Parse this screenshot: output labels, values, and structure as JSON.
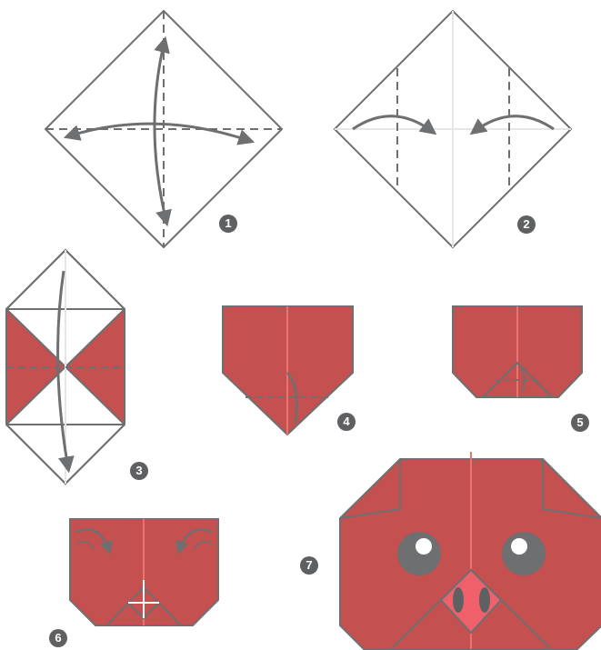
{
  "colors": {
    "paper_red": "#c4504f",
    "crease_red": "#e8736f",
    "outline_gray": "#6e6f71",
    "eye_gray": "#5f6062",
    "beak_pink": "#f0606a",
    "badge": "#5f6062"
  },
  "steps": [
    {
      "number": "1",
      "icon": "square-diagonal-creases-diagram"
    },
    {
      "number": "2",
      "icon": "fold-sides-to-center-diagram"
    },
    {
      "number": "3",
      "icon": "fold-top-down-diagram"
    },
    {
      "number": "4",
      "icon": "fold-tip-up-diagram"
    },
    {
      "number": "5",
      "icon": "folded-base-diagram"
    },
    {
      "number": "6",
      "icon": "fold-top-corners-diagram"
    },
    {
      "number": "7",
      "icon": "finished-owl-face"
    }
  ]
}
